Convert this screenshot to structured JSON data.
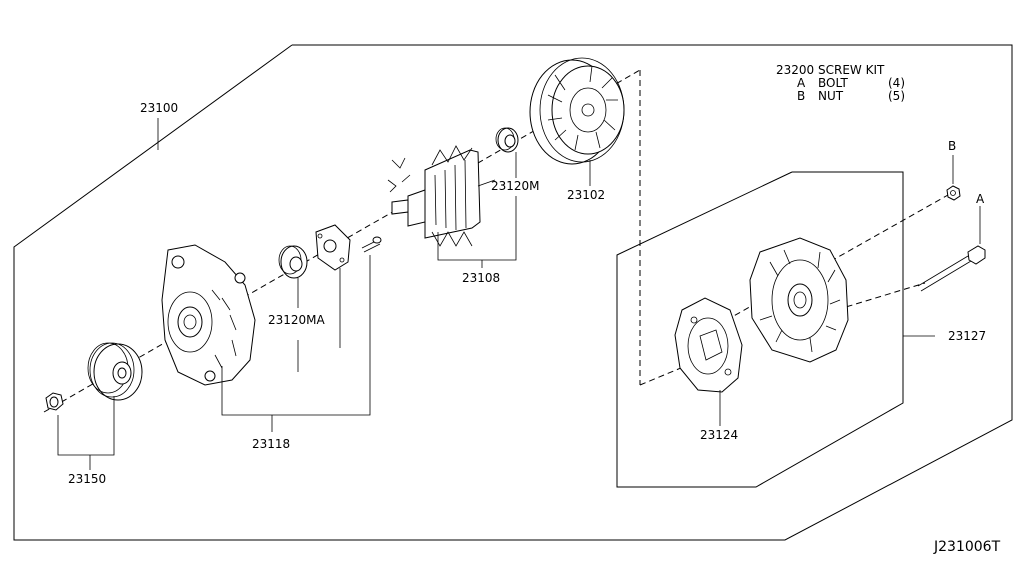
{
  "diagram_id": "J231006T",
  "screw_kit": {
    "title": "23200 SCREW KIT",
    "rows": [
      {
        "key": "A",
        "name": "BOLT",
        "qty": "(4)"
      },
      {
        "key": "B",
        "name": "NUT",
        "qty": "(5)"
      }
    ]
  },
  "labels": {
    "assembly": "23100",
    "pulley_nut": "23150",
    "front_bearing": "23120MA",
    "front_cover": "23118",
    "rotor": "23108",
    "rear_bearing": "23120M",
    "stator": "23102",
    "regulator": "23124",
    "rear_cover": "23127",
    "bolt_marker": "A",
    "nut_marker": "B"
  }
}
